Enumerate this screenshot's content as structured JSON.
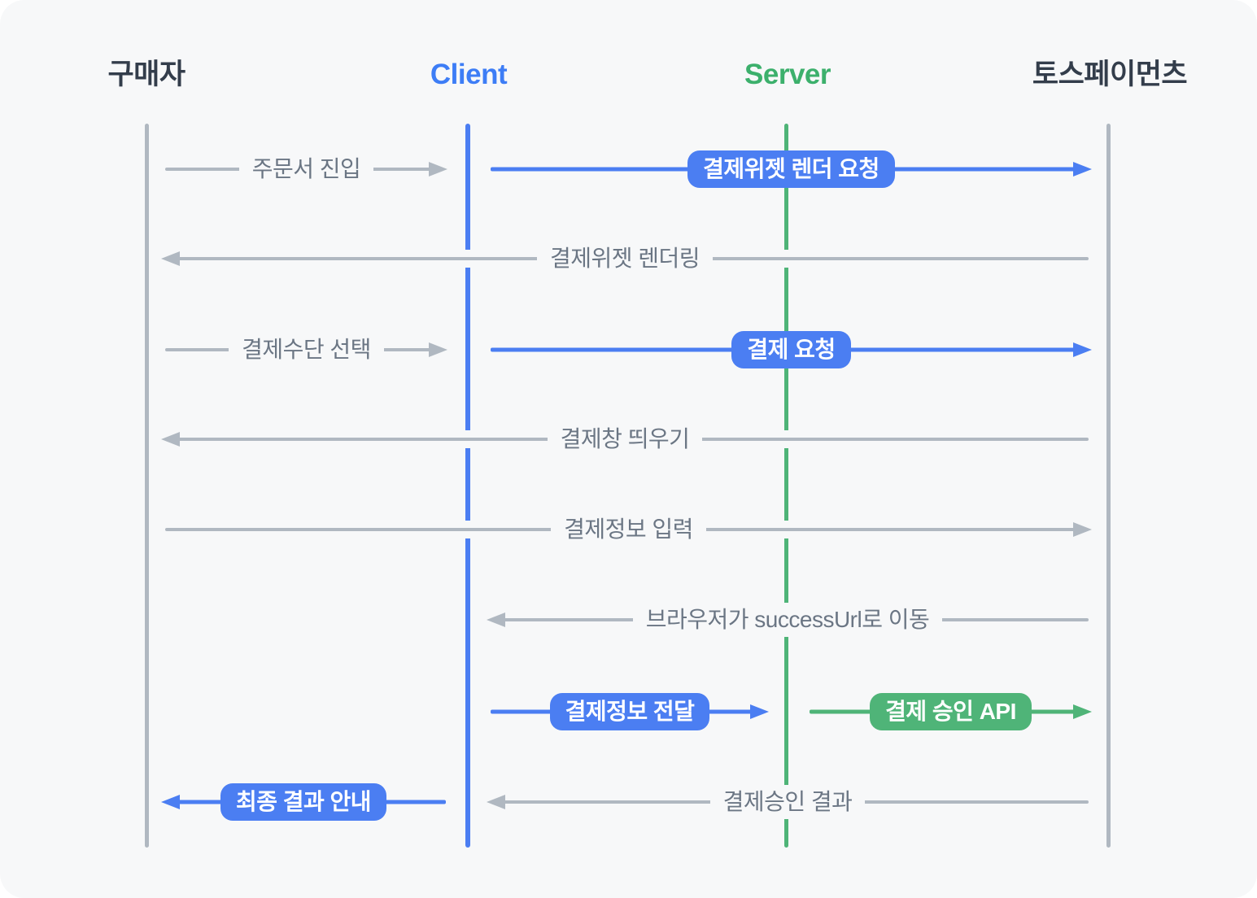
{
  "diagram_title": "Toss Payments widget payment sequence diagram",
  "colors": {
    "background": "#f7f8f9",
    "dark_text": "#333d4b",
    "blue": "#4b7ef2",
    "blue_title": "#3d7df6",
    "green": "#4fb478",
    "green_title": "#3cb06c",
    "gray_line": "#b0b8c1",
    "gray_text": "#6b7684"
  },
  "actors": [
    {
      "id": "buyer",
      "label": "구매자",
      "color": "#333d4b"
    },
    {
      "id": "client",
      "label": "Client",
      "color": "#3d7df6"
    },
    {
      "id": "server",
      "label": "Server",
      "color": "#3cb06c"
    },
    {
      "id": "tosspayments",
      "label": "토스페이먼츠",
      "color": "#333d4b"
    }
  ],
  "messages": [
    {
      "label": "주문서 진입",
      "from": "buyer",
      "to": "client",
      "style": "plain",
      "color": "gray",
      "direction": "right"
    },
    {
      "label": "결제위젯 렌더 요청",
      "from": "client",
      "to": "tosspayments",
      "style": "badge",
      "color": "blue",
      "direction": "right"
    },
    {
      "label": "결제위젯 렌더링",
      "from": "tosspayments",
      "to": "buyer",
      "style": "plain",
      "color": "gray",
      "direction": "left"
    },
    {
      "label": "결제수단 선택",
      "from": "buyer",
      "to": "client",
      "style": "plain",
      "color": "gray",
      "direction": "right"
    },
    {
      "label": "결제 요청",
      "from": "client",
      "to": "tosspayments",
      "style": "badge",
      "color": "blue",
      "direction": "right"
    },
    {
      "label": "결제창 띄우기",
      "from": "tosspayments",
      "to": "buyer",
      "style": "plain",
      "color": "gray",
      "direction": "left"
    },
    {
      "label": "결제정보 입력",
      "from": "buyer",
      "to": "tosspayments",
      "style": "plain",
      "color": "gray",
      "direction": "right"
    },
    {
      "label": "브라우저가 successUrl로 이동",
      "from": "tosspayments",
      "to": "client",
      "style": "plain",
      "color": "gray",
      "direction": "left"
    },
    {
      "label": "결제정보 전달",
      "from": "client",
      "to": "server",
      "style": "badge",
      "color": "blue",
      "direction": "right"
    },
    {
      "label": "결제 승인 API",
      "from": "server",
      "to": "tosspayments",
      "style": "badge",
      "color": "green",
      "direction": "right"
    },
    {
      "label": "최종 결과 안내",
      "from": "client",
      "to": "buyer",
      "style": "badge",
      "color": "blue",
      "direction": "left"
    },
    {
      "label": "결제승인 결과",
      "from": "tosspayments",
      "to": "client",
      "style": "plain",
      "color": "gray",
      "direction": "left"
    }
  ]
}
